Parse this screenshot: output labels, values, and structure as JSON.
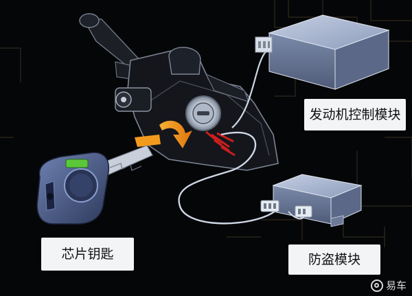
{
  "labels": {
    "engine_control_module": "发动机控制模块",
    "chip_key": "芯片钥匙",
    "anti_theft_module": "防盗模块"
  },
  "watermark": {
    "text": "易车"
  },
  "colors": {
    "background": "#050608",
    "label_bg": "#f2f4f6",
    "label_text": "#111111",
    "module_top": "#aab7d1",
    "module_side": "#6f7f9f",
    "arrow_orange": "#f29a1e",
    "signal_red": "#e0201c",
    "key_blue": "#4c5e8c",
    "key_chip_green": "#5ac83a",
    "wire": "#cfd8e6"
  },
  "icons": [
    "steering-column-assembly",
    "ignition-lock-cylinder",
    "rotation-arrow",
    "transponder-signal",
    "chip-key",
    "ecu-module",
    "immobilizer-module",
    "connector-plug"
  ]
}
